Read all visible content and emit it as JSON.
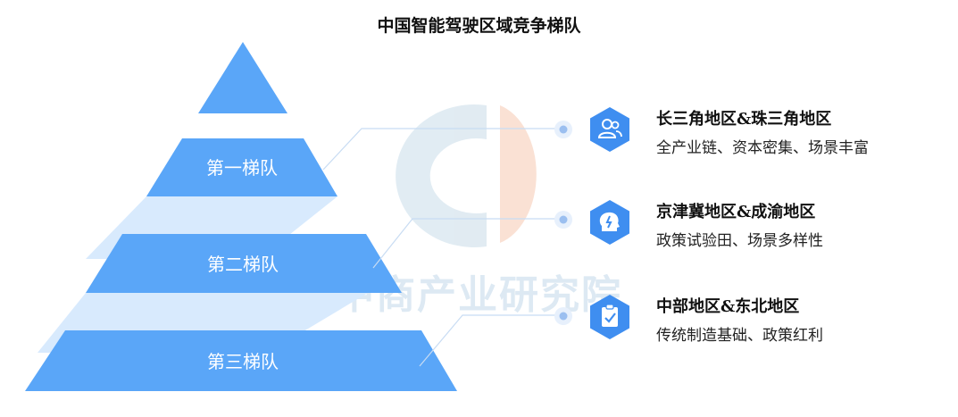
{
  "title": "中国智能驾驶区域竞争梯队",
  "watermark": "中商产业研究院",
  "colors": {
    "tier": "#5aa6f8",
    "band": "#d8eafd",
    "icon": "#3f8ef0",
    "dot": "#9bbff0"
  },
  "tiers": [
    {
      "label": "第一梯队"
    },
    {
      "label": "第二梯队"
    },
    {
      "label": "第三梯队"
    }
  ],
  "items": [
    {
      "icon": "users-icon",
      "title": "长三角地区&珠三角地区",
      "desc": "全产业链、资本密集、场景丰富"
    },
    {
      "icon": "lightbulb-head-icon",
      "title": "京津冀地区&成渝地区",
      "desc": "政策试验田、场景多样性"
    },
    {
      "icon": "clipboard-check-icon",
      "title": "中部地区&东北地区",
      "desc": "传统制造基础、政策红利"
    }
  ]
}
